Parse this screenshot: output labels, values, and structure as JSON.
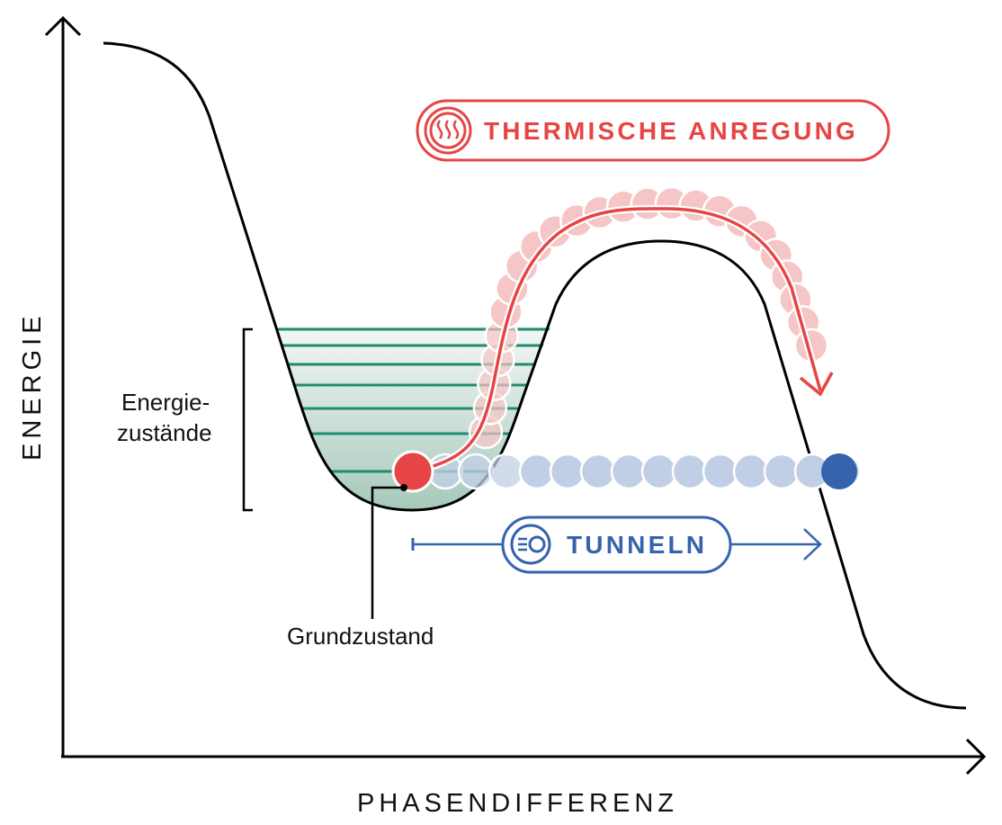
{
  "diagram": {
    "y_axis_label": "ENERGIE",
    "x_axis_label": "PHASENDIFFERENZ",
    "energy_states_label_line1": "Energie-",
    "energy_states_label_line2": "zustände",
    "ground_state_label": "Grundzustand",
    "thermal_label": "THERMISCHE ANREGUNG",
    "tunnel_label": "TUNNELN",
    "thermal_icon": "heat-waves-icon",
    "tunnel_icon": "tunnel-particle-icon",
    "energy_level_count": 7
  },
  "colors": {
    "curve": "#000000",
    "thermal": "#e64545",
    "thermal_light": "#f6c5c5",
    "tunnel": "#3563ad",
    "tunnel_light": "#c1cfe6",
    "level_line": "#218a72",
    "well_fill_top": "#f3f6f5",
    "well_fill_bottom": "#a9cbbd"
  }
}
